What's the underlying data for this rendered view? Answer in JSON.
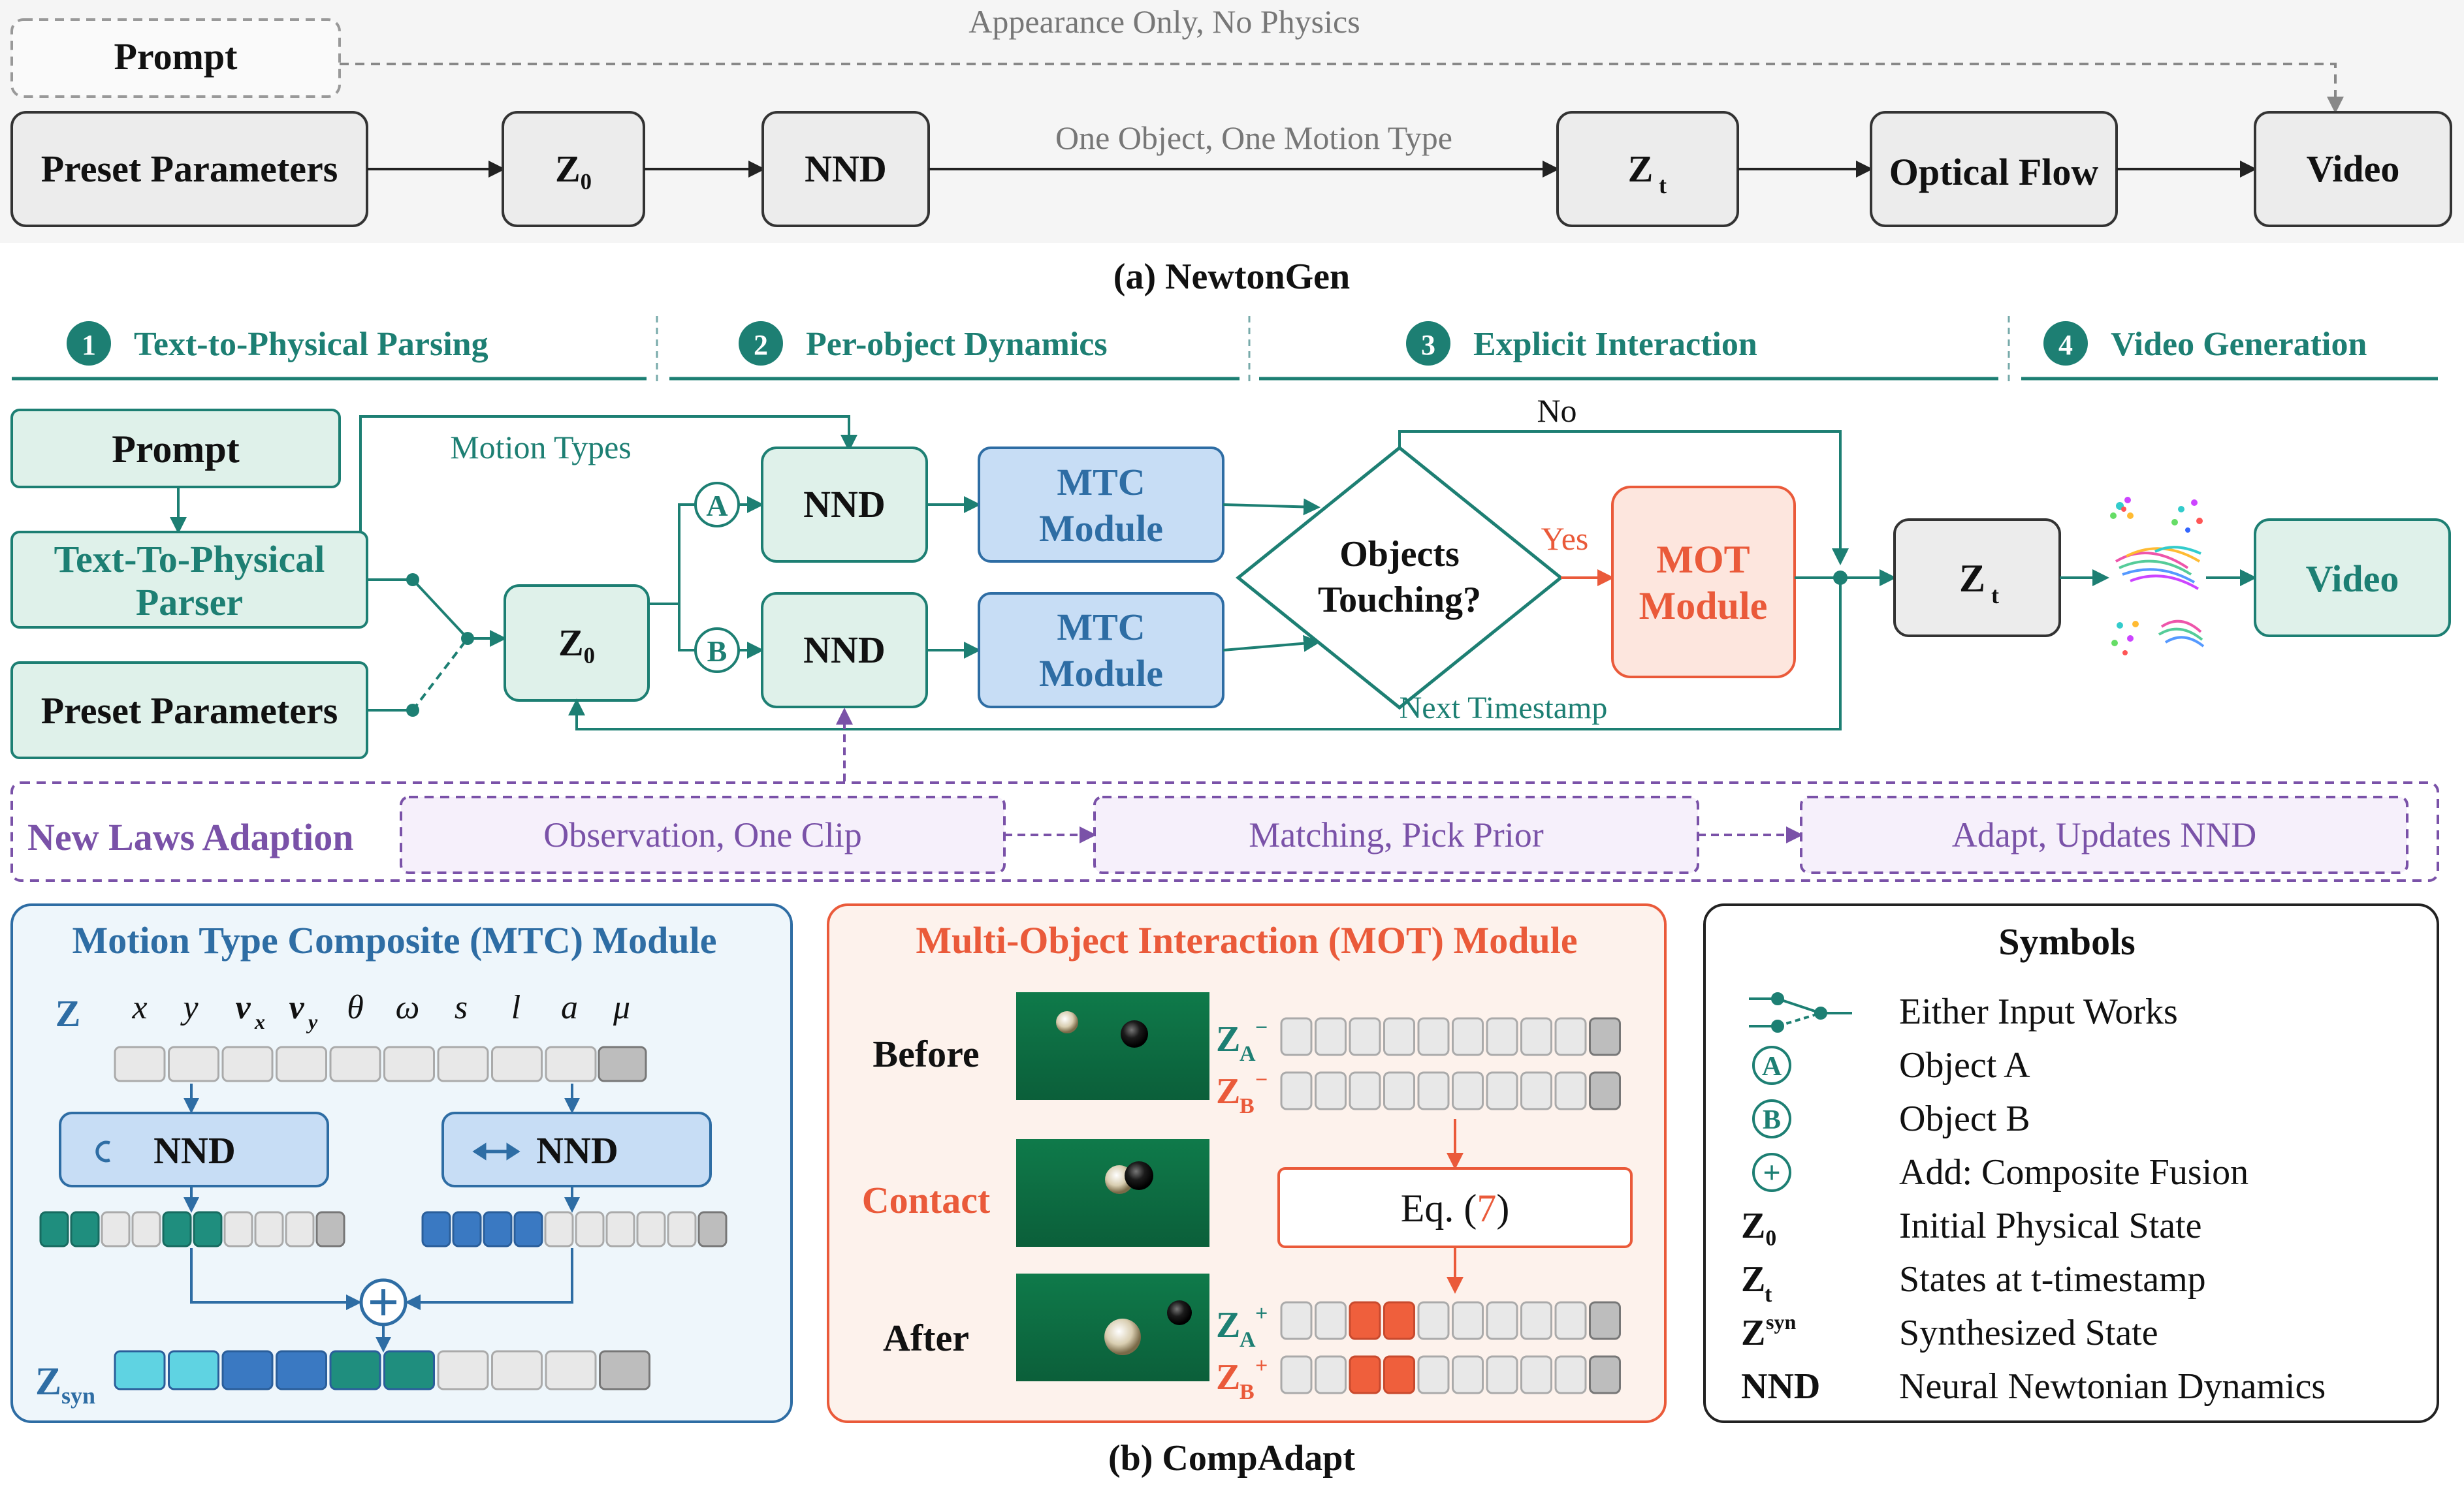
{
  "newtongen": {
    "prompt": "Prompt",
    "appearance_note": "Appearance Only, No Physics",
    "preset": "Preset Parameters",
    "z0": "Z₀",
    "nnd": "NND",
    "motion_note": "One Object, One Motion Type",
    "zt": "Z",
    "zt_sub": "t",
    "optical_flow": "Optical Flow",
    "video": "Video",
    "caption": "(a) NewtonGen"
  },
  "stages": [
    {
      "num": "1",
      "label": "Text-to-Physical Parsing"
    },
    {
      "num": "2",
      "label": "Per-object Dynamics"
    },
    {
      "num": "3",
      "label": "Explicit Interaction"
    },
    {
      "num": "4",
      "label": "Video Generation"
    }
  ],
  "pipeline": {
    "prompt": "Prompt",
    "parser_line1": "Text-To-Physical",
    "parser_line2": "Parser",
    "preset": "Preset Parameters",
    "motion_types": "Motion Types",
    "z0": "Z₀",
    "obj_a": "A",
    "obj_b": "B",
    "nnd": "NND",
    "mtc_line1": "MTC",
    "mtc_line2": "Module",
    "decision_line1": "Objects",
    "decision_line2": "Touching?",
    "no": "No",
    "yes": "Yes",
    "mot_line1": "MOT",
    "mot_line2": "Module",
    "zt": "Z",
    "zt_sub": "t",
    "video": "Video",
    "next_timestamp": "Next Timestamp"
  },
  "adaption": {
    "title": "New Laws Adaption",
    "steps": [
      "Observation, One Clip",
      "Matching, Pick Prior",
      "Adapt, Updates NND"
    ]
  },
  "mtc_panel": {
    "title": "Motion Type Composite (MTC) Module",
    "z": "Z",
    "vars": [
      "x",
      "y",
      "v",
      "v",
      "θ",
      "ω",
      "s",
      "l",
      "a",
      "μ"
    ],
    "var_subs": [
      "",
      "",
      "x",
      "y",
      "",
      "",
      "",
      "",
      "",
      ""
    ],
    "nnd": "NND",
    "zsyn": "Z",
    "zsyn_sub": "syn"
  },
  "mot_panel": {
    "title": "Multi-Object Interaction (MOT) Module",
    "before": "Before",
    "contact": "Contact",
    "after": "After",
    "za": "Z",
    "za_sub": "A",
    "zb": "Z",
    "zb_sub": "B",
    "minus": "−",
    "plus": "+",
    "eq_prefix": "Eq. (",
    "eq_num": "7",
    "eq_suffix": ")"
  },
  "symbols_panel": {
    "title": "Symbols",
    "items": [
      {
        "sym": "",
        "desc": "Either Input Works"
      },
      {
        "sym": "A",
        "desc": "Object A"
      },
      {
        "sym": "B",
        "desc": "Object B"
      },
      {
        "sym": "+",
        "desc": "Add: Composite Fusion"
      },
      {
        "sym": "Z₀",
        "desc": "Initial Physical State"
      },
      {
        "sym": "Z",
        "sub": "t",
        "desc": "States at t-timestamp"
      },
      {
        "sym": "Z",
        "sup": "syn",
        "desc": "Synthesized State"
      },
      {
        "sym": "NND",
        "desc": "Neural Newtonian Dynamics"
      }
    ]
  },
  "caption_b": "(b) CompAdapt",
  "colors": {
    "teal": "#1d7f73",
    "teal_fill": "#dff1ea",
    "blue_fill": "#c7ddf5",
    "blue_text": "#2e6da4",
    "orange": "#ea5a3a",
    "purple": "#7a52a8",
    "gray_fill": "#ececec"
  }
}
